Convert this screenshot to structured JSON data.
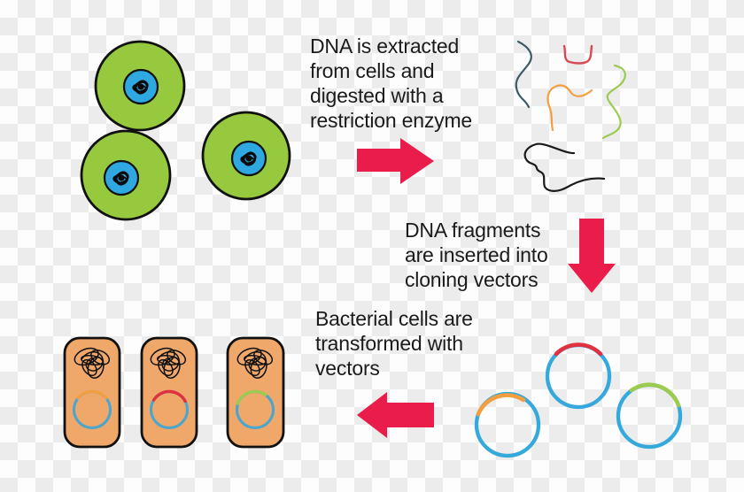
{
  "diagram": {
    "steps": [
      {
        "id": "extract",
        "label": "DNA is extracted\nfrom cells and\ndigested with a\nrestriction enzyme"
      },
      {
        "id": "insert",
        "label": "DNA fragments\nare inserted into\ncloning vectors"
      },
      {
        "id": "transform",
        "label": "Bacterial cells are\ntransformed with\nvectors"
      }
    ]
  },
  "colors": {
    "arrow": "#EA1C4B",
    "outline": "#111111",
    "cell_body": "#97C93E",
    "nucleus": "#2FA8E1",
    "fragment_teal": "#3D5A66",
    "fragment_red": "#D84955",
    "fragment_orange": "#F49E42",
    "fragment_green": "#9CCB52",
    "fragment_black": "#1A1A1A",
    "plasmid_blue": "#35A8DC",
    "bacteria_fill": "#F0A76A",
    "bacteria_plasmid_blue": "#4EA5CB",
    "insert_orange": "#F49E42",
    "insert_red": "#E03140",
    "insert_green": "#9CCB52",
    "checker_light": "#FDFDFD",
    "checker_dark": "#ECECEC"
  }
}
